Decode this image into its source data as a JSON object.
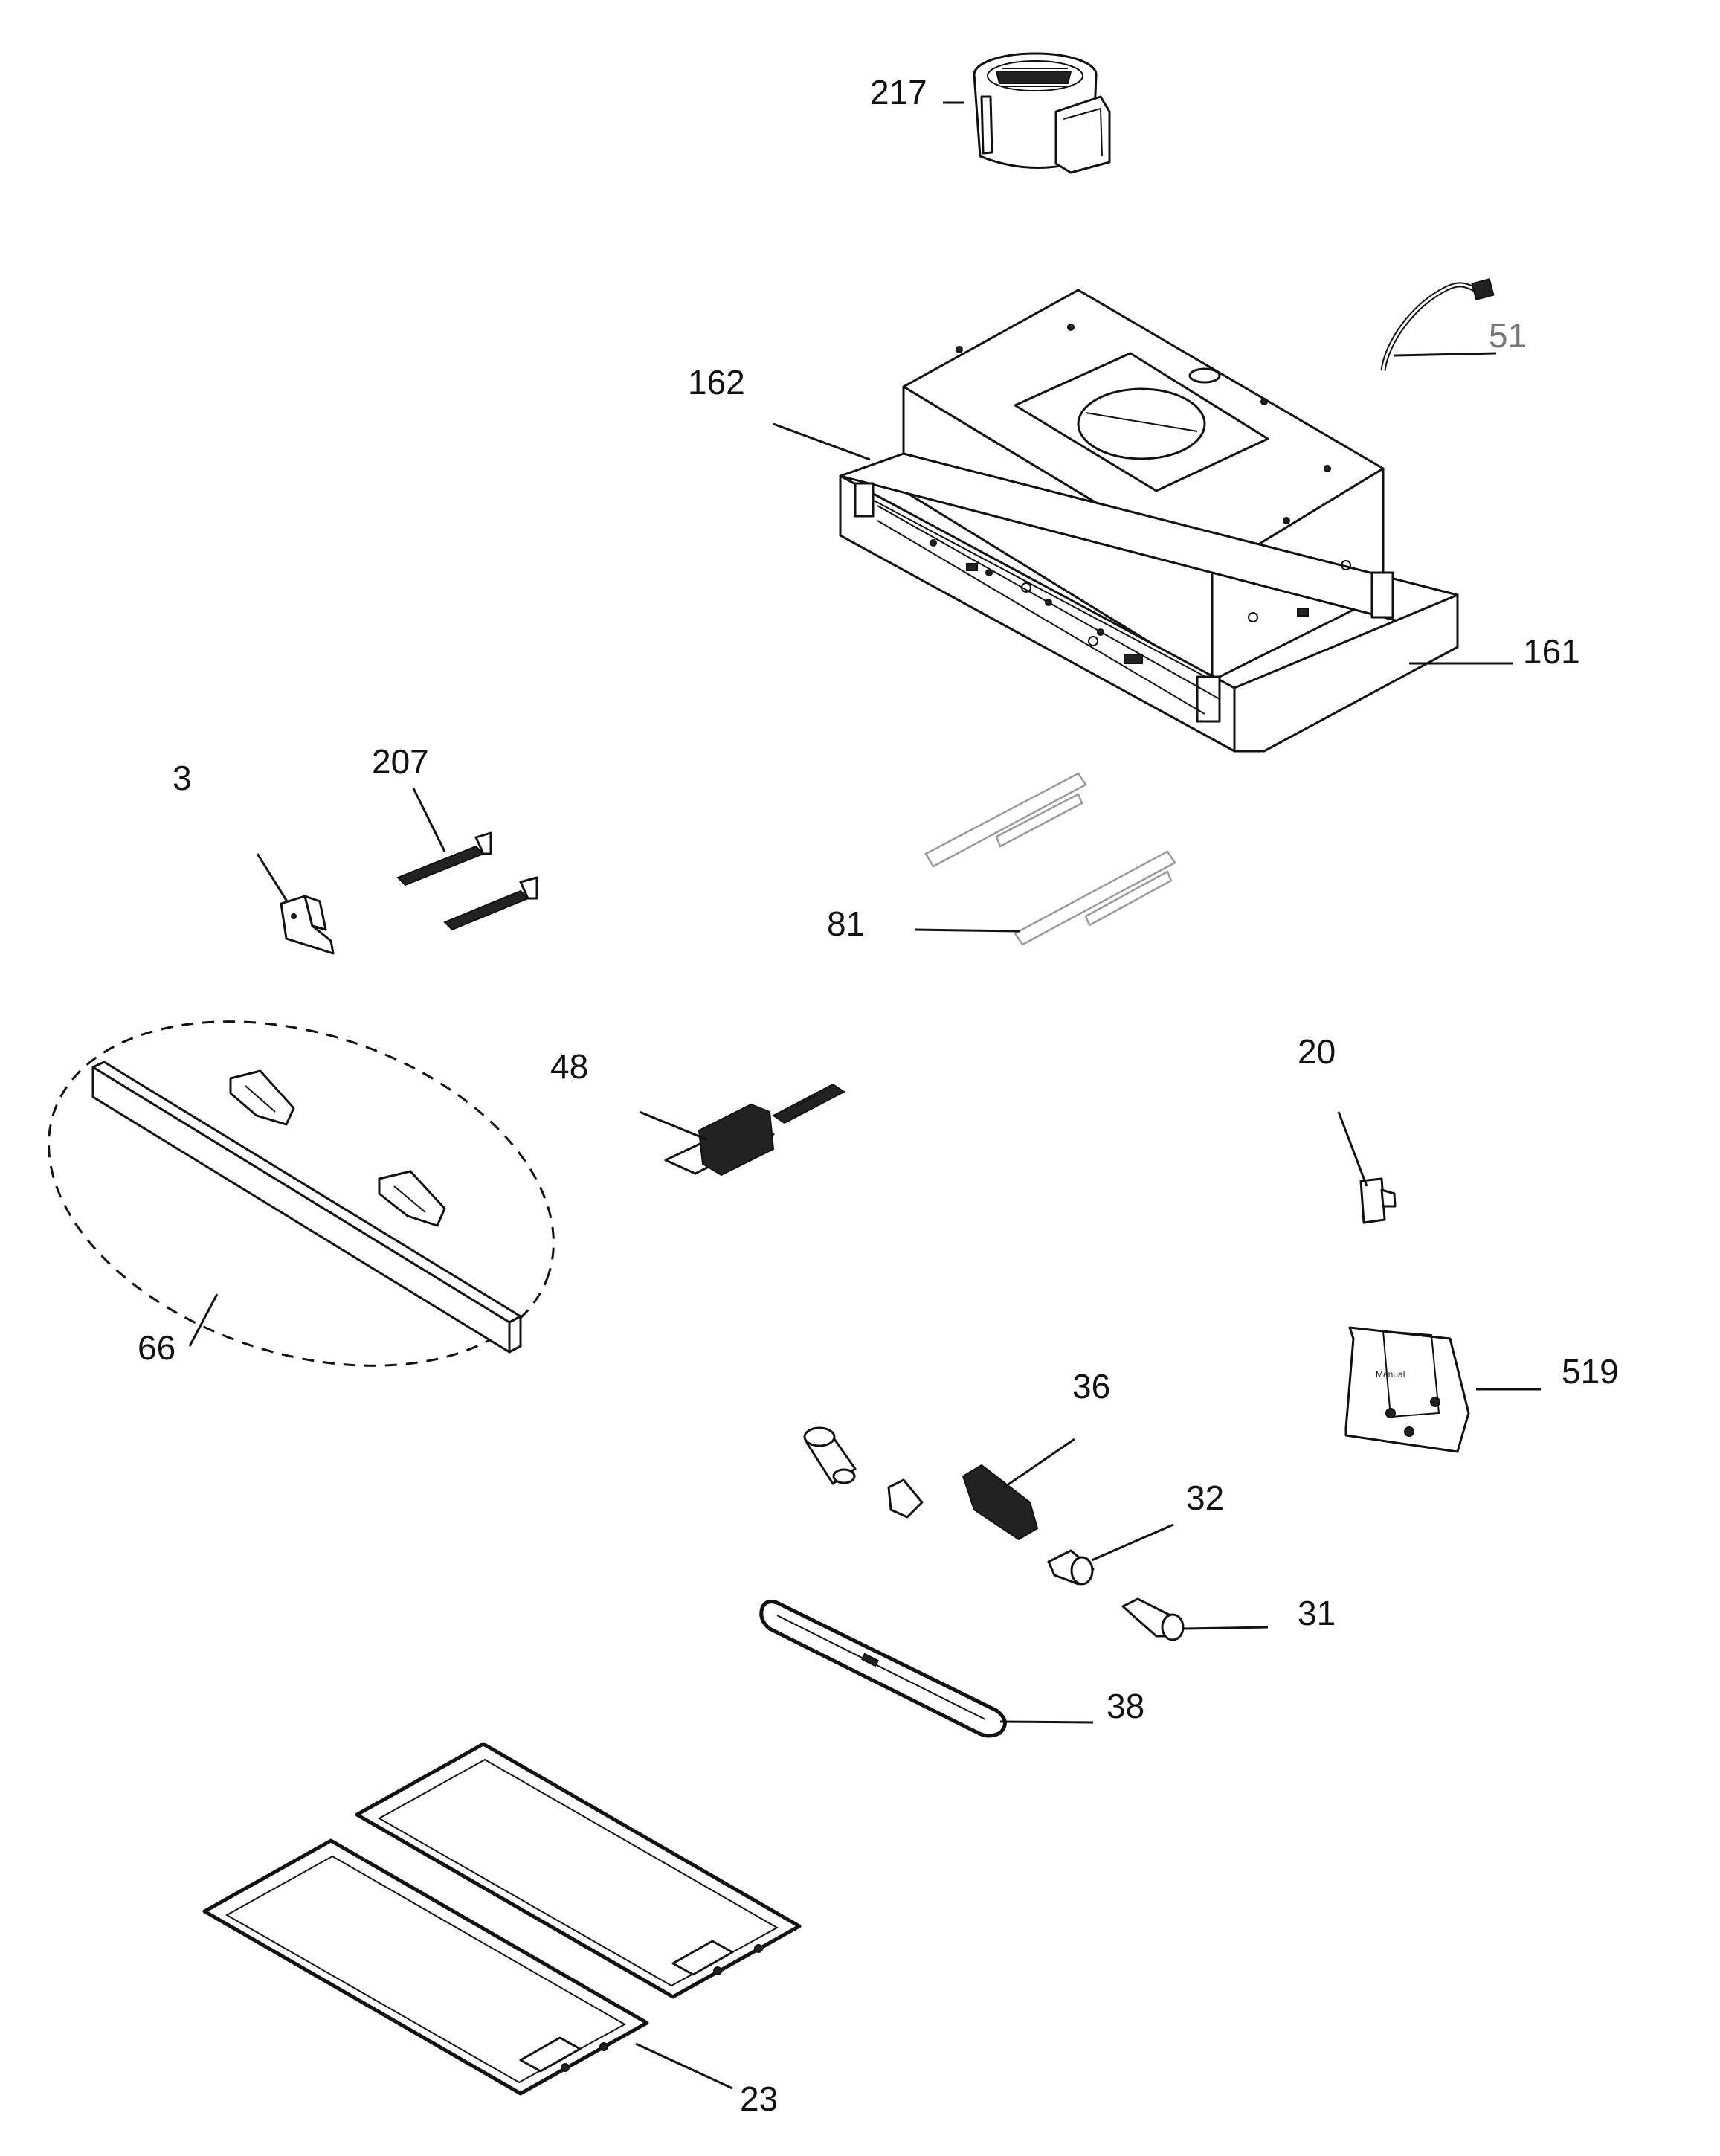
{
  "callouts": {
    "c217": "217",
    "c162": "162",
    "c51": "51",
    "c161": "161",
    "c3": "3",
    "c207": "207",
    "c81": "81",
    "c48": "48",
    "c20": "20",
    "c66": "66",
    "c519": "519",
    "c36": "36",
    "c32": "32",
    "c31": "31",
    "c38": "38",
    "c23": "23"
  },
  "bag_label": "Manual"
}
